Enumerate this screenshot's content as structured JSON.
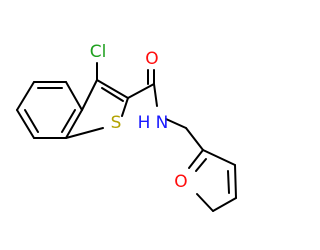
{
  "molecule": {
    "atoms": {
      "chlorine": "Cl",
      "carbonyl_oxygen": "O",
      "thiophene_sulfur": "S",
      "amide_nitrogen": "N",
      "amide_hydrogen": "H",
      "furan_oxygen": "O"
    },
    "colors": {
      "bond": "#000000",
      "chlorine": "#1fa01f",
      "oxygen": "#ff0d0d",
      "sulfur": "#b2a200",
      "nitrogen": "#1a1aff"
    }
  }
}
